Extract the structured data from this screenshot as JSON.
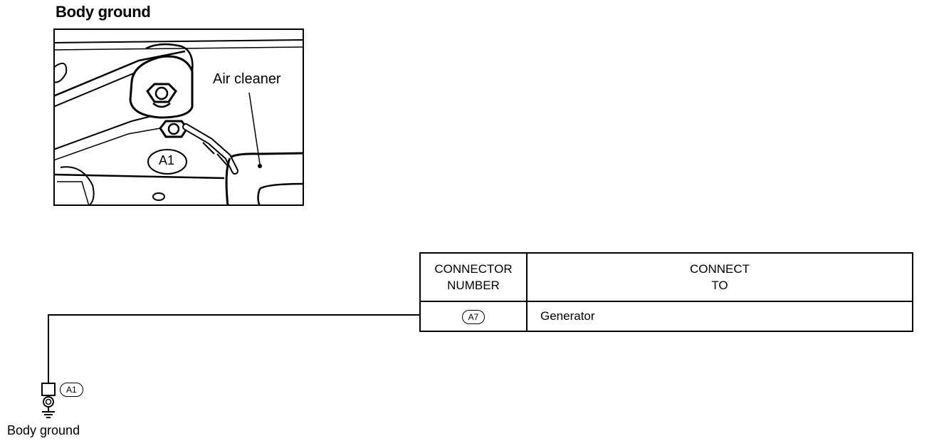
{
  "figure": {
    "title": "Body ground",
    "photo_labels": {
      "air_cleaner": "Air cleaner",
      "connector": "A1"
    }
  },
  "table": {
    "headers": {
      "connector_number": "CONNECTOR\nNUMBER",
      "connect_to": "CONNECT\nTO"
    },
    "rows": [
      {
        "connector": "A7",
        "connect_to": "Generator"
      }
    ]
  },
  "schematic": {
    "ground_connector": "A1",
    "ground_caption": "Body ground"
  }
}
